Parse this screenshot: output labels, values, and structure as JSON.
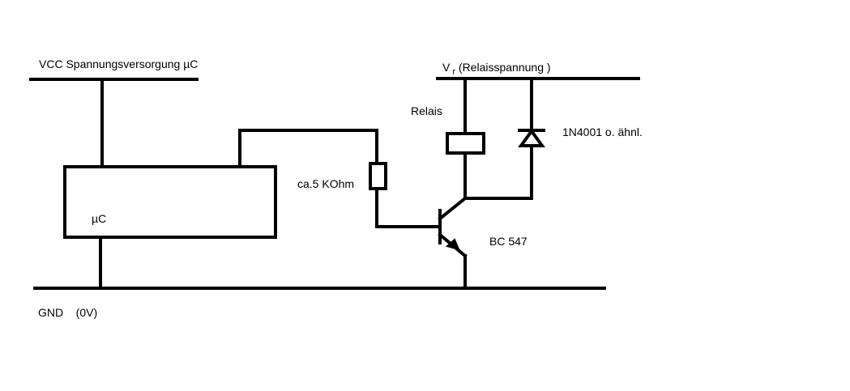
{
  "labels": {
    "vcc": "VCC  Spannungsversorgung  µC",
    "vr_main": "V",
    "vr_sub": "r",
    "vr_desc": " (Relaisspannung )",
    "relais": "Relais",
    "diode": "1N4001 o. ähnl.",
    "resistor": "ca.5  KOhm",
    "uc": "µC",
    "transistor": "BC 547",
    "gnd": "GND    (0V)"
  },
  "colors": {
    "ink": "#000000",
    "background": "#ffffff"
  }
}
